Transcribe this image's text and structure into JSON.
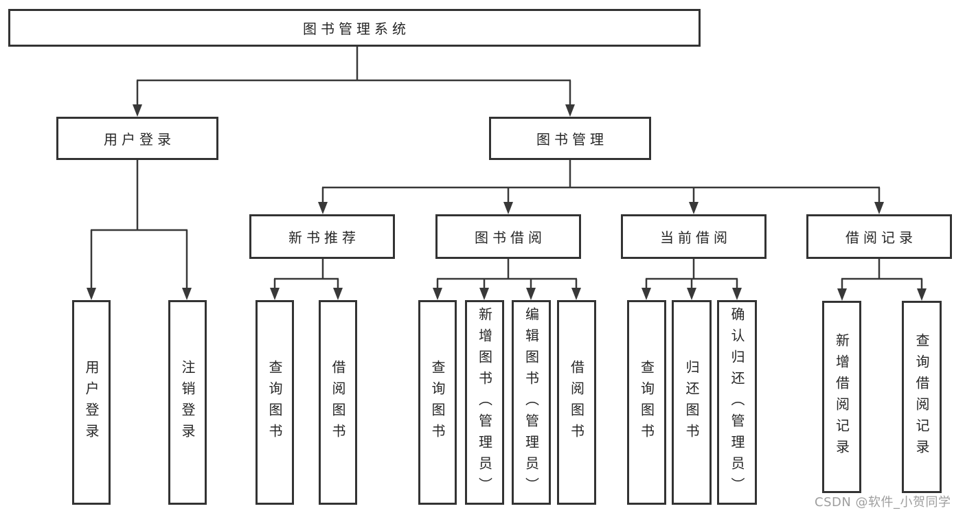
{
  "diagram": {
    "root": {
      "label": "图书管理系统"
    },
    "branches": [
      {
        "label": "用户登录",
        "children": [
          {
            "label": "用户登录"
          },
          {
            "label": "注销登录"
          }
        ]
      },
      {
        "label": "图书管理",
        "children": [
          {
            "label": "新书推荐",
            "children": [
              {
                "label": "查询图书"
              },
              {
                "label": "借阅图书"
              }
            ]
          },
          {
            "label": "图书借阅",
            "children": [
              {
                "label": "查询图书"
              },
              {
                "label": "新增图书（管理员）"
              },
              {
                "label": "编辑图书（管理员）"
              },
              {
                "label": "借阅图书"
              }
            ]
          },
          {
            "label": "当前借阅",
            "children": [
              {
                "label": "查询图书"
              },
              {
                "label": "归还图书"
              },
              {
                "label": "确认归还（管理员）"
              }
            ]
          },
          {
            "label": "借阅记录",
            "children": [
              {
                "label": "新增借阅记录"
              },
              {
                "label": "查询借阅记录"
              }
            ]
          }
        ]
      }
    ]
  },
  "watermark": {
    "text": "CSDN @软件_小贺同学"
  },
  "colors": {
    "line": "#383838",
    "box_border": "#333333",
    "box_fill": "#ffffff",
    "text": "#262626",
    "watermark": "#9e9e9e"
  }
}
